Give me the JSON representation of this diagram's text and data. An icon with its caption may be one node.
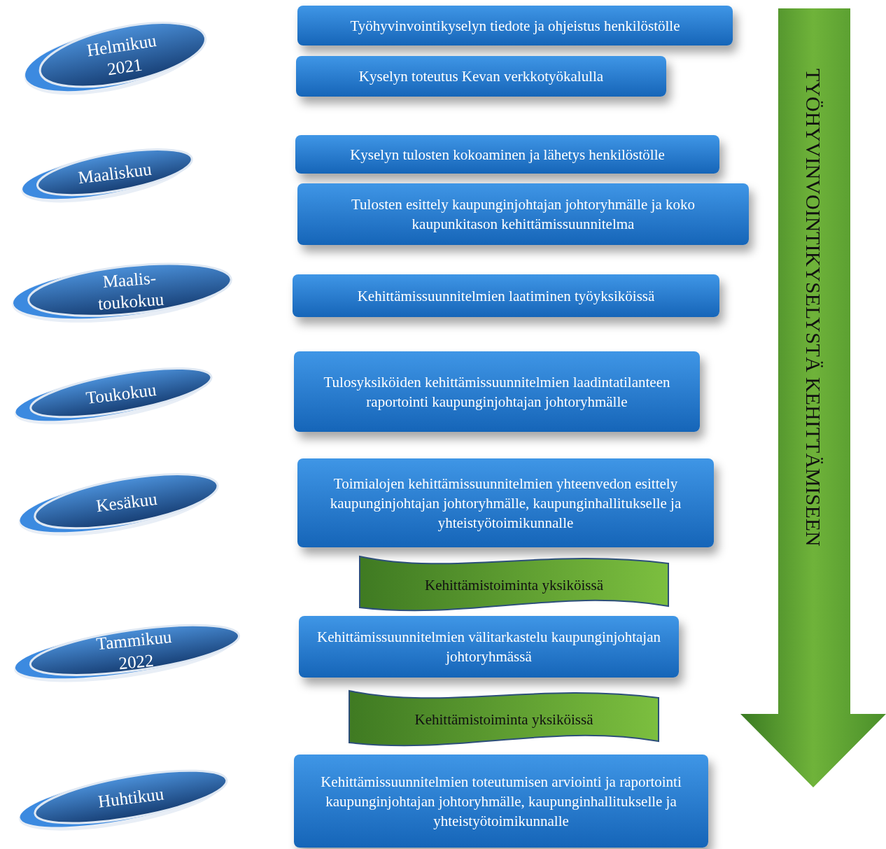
{
  "diagram": {
    "nodes": [
      {
        "text": [
          "Helmikuu 2021"
        ]
      },
      {
        "text": [
          "Työhyvinvointikyselyn tiedote ja ohjeistus henkilöstölle"
        ]
      },
      {
        "text": [
          "Kyselyn toteutus Kevan verkkotyökalulla"
        ]
      },
      {
        "text": [
          "Maaliskuu"
        ]
      },
      {
        "text": [
          "Kyselyn tulosten kokoaminen ja lähetys henkilöstölle"
        ]
      },
      {
        "text": [
          "Tulosten esittely kaupunginjohtajan johtoryhmälle ja koko kaupunkitason kehittämissuunnitelma"
        ]
      },
      {
        "text": [
          "Maalis-toukokuu"
        ]
      },
      {
        "text": [
          "Kehittämissuunnitelmien laatiminen työyksiköissä"
        ]
      },
      {
        "text": [
          "Toukokuu"
        ]
      },
      {
        "text": [
          "Tulosyksiköiden kehittämissuunnitelmien laadintatilanteen raportointi kaupunginjohtajan johtoryhmälle"
        ]
      },
      {
        "text": [
          "Kesäkuu"
        ]
      },
      {
        "text": [
          "Toimialojen kehittämissuunnitelmien yhteenvedon esittely kaupunginjohtajan johtoryhmälle, kaupunginhallitukselle ja yhteistyötoimikunnalle"
        ]
      },
      {
        "text": [
          "Kehittämistoiminta yksiköissä"
        ]
      },
      {
        "text": [
          "Tammikuu 2022"
        ]
      },
      {
        "text": [
          "Kehittämissuunnitelmien välitarkastelu kaupunginjohtajan johtoryhmässä"
        ]
      },
      {
        "text": [
          "Kehittämistoiminta yksiköissä"
        ]
      },
      {
        "text": [
          "Huhtikuu"
        ]
      },
      {
        "text": [
          "Kehittämissuunnitelmien toteutumisen arviointi ja raportointi kaupunginjohtajan johtoryhmälle, kaupunginhallitukselle ja yhteistyötoimikunnalle"
        ]
      },
      {
        "text": [
          "TYÖHYVINVOINTIKYSELYSTÄ KEHITTÄMISEEN"
        ]
      }
    ]
  }
}
